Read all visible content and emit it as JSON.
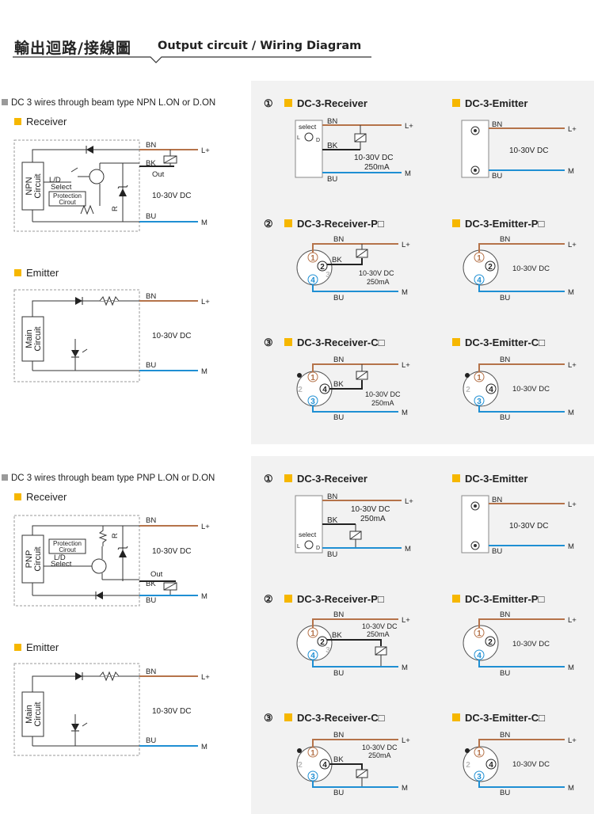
{
  "header": {
    "title_zh": "輸出迴路/接線圖",
    "title_en": "Output circuit / Wiring Diagram"
  },
  "colors": {
    "brown": "#b5734a",
    "blue": "#1f8fd3",
    "black": "#222222",
    "accent_square": "#f6b700",
    "panel_bg": "#f2f2f2"
  },
  "npn": {
    "section_title": "DC 3 wires through beam type NPN L.ON  or  D.ON",
    "receiver_title": "Receiver",
    "emitter_title": "Emitter",
    "circuit_label_line1": "NPN",
    "circuit_label_line2": "Circuit",
    "select_line1": "L/D",
    "select_line2": "Select",
    "protection_line1": "Protection",
    "protection_line2": "Cirout",
    "r_label": "R",
    "bn": "BN",
    "bk": "BK",
    "bu": "BU",
    "out": "Out",
    "lplus": "L+",
    "m": "M",
    "voltage": "10-30V DC",
    "main_line1": "Main",
    "main_line2": "Circuit"
  },
  "pnp": {
    "section_title": "DC 3 wires through beam type PNP L.ON  or  D.ON",
    "receiver_title": "Receiver",
    "emitter_title": "Emitter",
    "circuit_label_line1": "PNP",
    "circuit_label_line2": "Circuit",
    "select_line1": "L/D",
    "select_line2": "Select",
    "protection_line1": "Protection",
    "protection_line2": "Cirout",
    "r_label": "R",
    "bn": "BN",
    "bk": "BK",
    "bu": "BU",
    "out": "Out",
    "lplus": "L+",
    "m": "M",
    "voltage": "10-30V DC",
    "main_line1": "Main",
    "main_line2": "Circuit"
  },
  "wiring": {
    "n1": "①",
    "n2": "②",
    "n3": "③",
    "receiver": "DC-3-Receiver",
    "emitter": "DC-3-Emitter",
    "receiver_p": "DC-3-Receiver-P□",
    "emitter_p": "DC-3-Emitter-P□",
    "receiver_c": "DC-3-Receiver-C□",
    "emitter_c": "DC-3-Emitter-C□",
    "select": "select",
    "l": "L",
    "d": "D",
    "bn": "BN",
    "bk": "BK",
    "bu": "BU",
    "lplus": "L+",
    "m": "M",
    "voltage": "10-30V DC",
    "current": "250mA",
    "pin1": "1",
    "pin2": "2",
    "pin3": "3",
    "pin4": "4"
  }
}
